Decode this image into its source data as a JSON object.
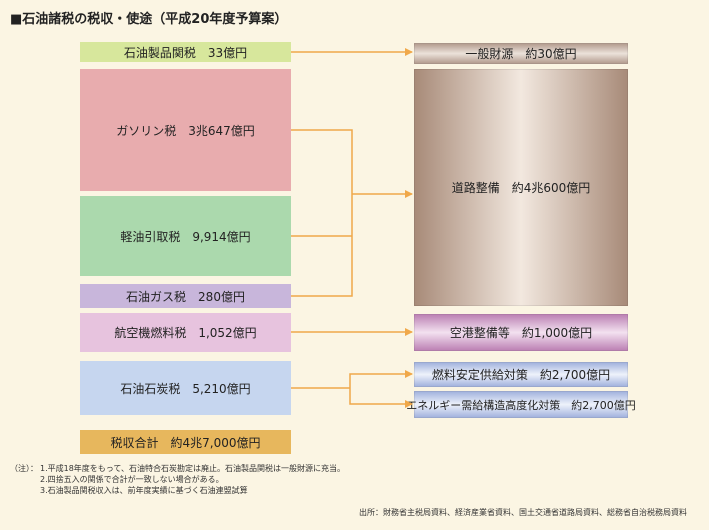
{
  "title": "■石油諸税の税収・使途（平成20年度予算案）",
  "sources": [
    {
      "id": "sekiyu_seihin",
      "label": "石油製品関税　33億円",
      "color": "#d7e79c"
    },
    {
      "id": "gasoline",
      "label": "ガソリン税　3兆647億円",
      "color": "#e8acae"
    },
    {
      "id": "keiyu",
      "label": "軽油引取税　9,914億円",
      "color": "#abd9ad"
    },
    {
      "id": "sekiyu_gas",
      "label": "石油ガス税　280億円",
      "color": "#c8b6db"
    },
    {
      "id": "koukuuki",
      "label": "航空機燃料税　1,052億円",
      "color": "#e7c3de"
    },
    {
      "id": "sekiyu_sekitan",
      "label": "石油石炭税　5,210億円",
      "color": "#c6d6ef"
    }
  ],
  "total": {
    "label": "税収合計　約4兆7,000億円",
    "color": "#e7b75d"
  },
  "destinations": [
    {
      "id": "ippan",
      "label": "一般財源　約30億円",
      "color": "#c9b6ab"
    },
    {
      "id": "douro",
      "label": "道路整備　約4兆600億円",
      "color": "#b09584"
    },
    {
      "id": "kuukou",
      "label": "空港整備等　約1,000億円",
      "color": "#c690bf"
    },
    {
      "id": "nenryou",
      "label": "燃料安定供給対策　約2,700億円",
      "color": "#b3c1e3"
    },
    {
      "id": "energy",
      "label": "エネルギー需給構造高度化対策　約2,700億円",
      "color": "#b3c1e3"
    }
  ],
  "arrow_color": "#f0a84a",
  "notes": {
    "label": "（注）：",
    "items": [
      "1.平成18年度をもって、石油特合石炭勘定は廃止。石油製品関税は一般財源に充当。",
      "2.四捨五入の関係で合計が一致しない場合がある。",
      "3.石油製品関税収入は、前年度実績に基づく石油連盟試算"
    ]
  },
  "source": "出所：財務省主税局資料、経済産業省資料、国土交通省道路局資料、総務省自治税務局資料"
}
